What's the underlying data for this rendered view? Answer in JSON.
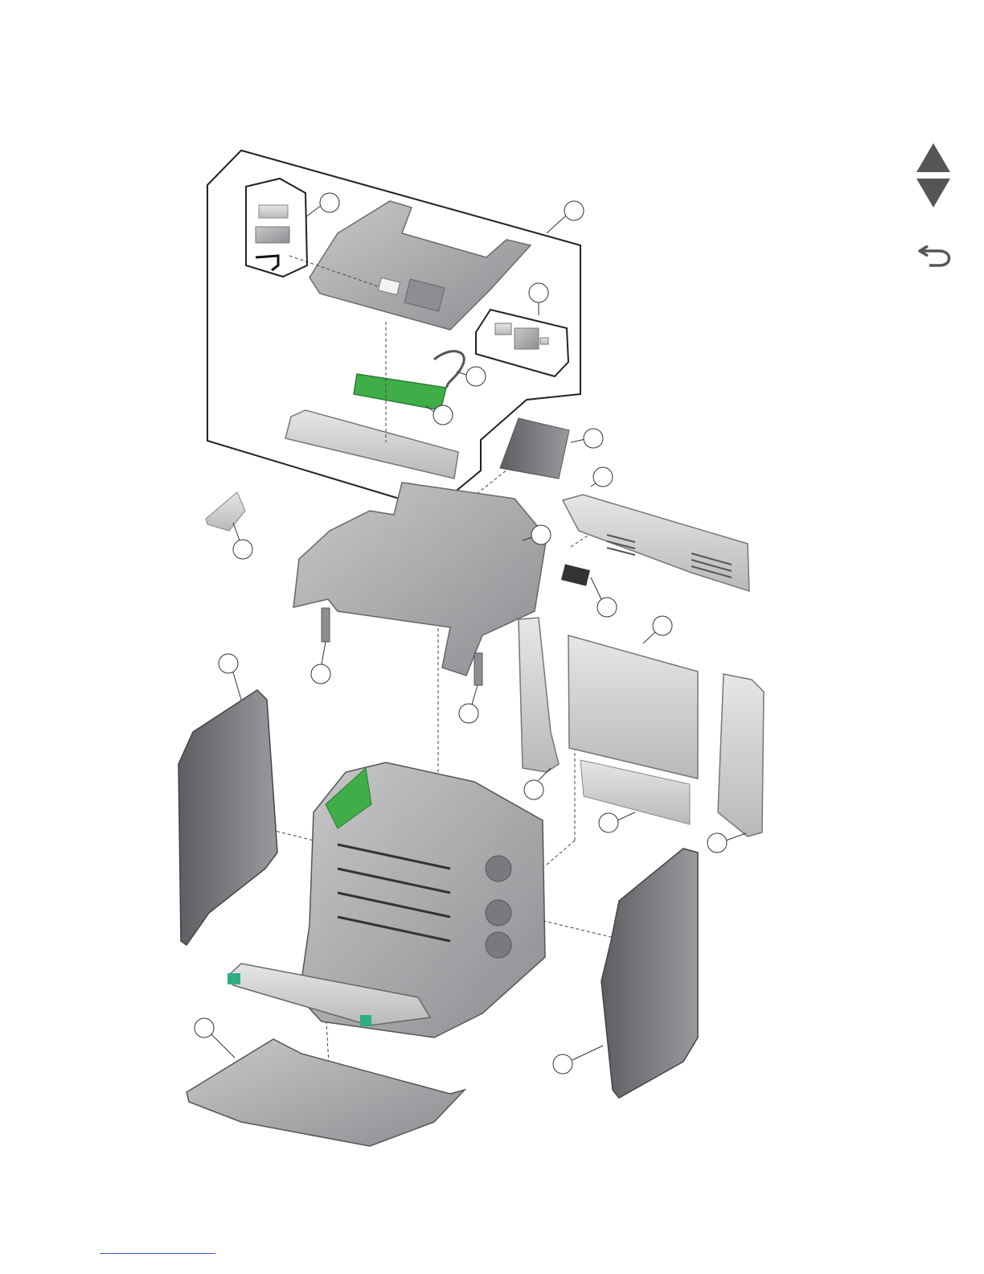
{
  "navigation": {
    "prev_page_icon": "triangle-up-icon",
    "next_page_icon": "triangle-down-icon",
    "back_icon": "return-arrow-icon",
    "icon_color": "#555555"
  },
  "footer": {
    "link_text": ""
  },
  "diagram": {
    "callouts": [
      {
        "id": "callout-1",
        "label": ""
      },
      {
        "id": "callout-2",
        "label": ""
      },
      {
        "id": "callout-3",
        "label": ""
      },
      {
        "id": "callout-4",
        "label": ""
      },
      {
        "id": "callout-5",
        "label": ""
      },
      {
        "id": "callout-6",
        "label": ""
      },
      {
        "id": "callout-7",
        "label": ""
      },
      {
        "id": "callout-8",
        "label": ""
      },
      {
        "id": "callout-9",
        "label": ""
      },
      {
        "id": "callout-10",
        "label": ""
      },
      {
        "id": "callout-11",
        "label": ""
      },
      {
        "id": "callout-12",
        "label": ""
      },
      {
        "id": "callout-13",
        "label": ""
      },
      {
        "id": "callout-14",
        "label": ""
      },
      {
        "id": "callout-15",
        "label": ""
      },
      {
        "id": "callout-16",
        "label": ""
      },
      {
        "id": "callout-17",
        "label": ""
      },
      {
        "id": "callout-18",
        "label": ""
      },
      {
        "id": "callout-19",
        "label": ""
      },
      {
        "id": "callout-20",
        "label": ""
      },
      {
        "id": "callout-21",
        "label": ""
      }
    ],
    "colors": {
      "part_gray": "#a9a9ab",
      "part_dark": "#6e6e72",
      "part_light": "#d4d4d6",
      "board_green": "#3fae49",
      "line": "#222222"
    }
  }
}
